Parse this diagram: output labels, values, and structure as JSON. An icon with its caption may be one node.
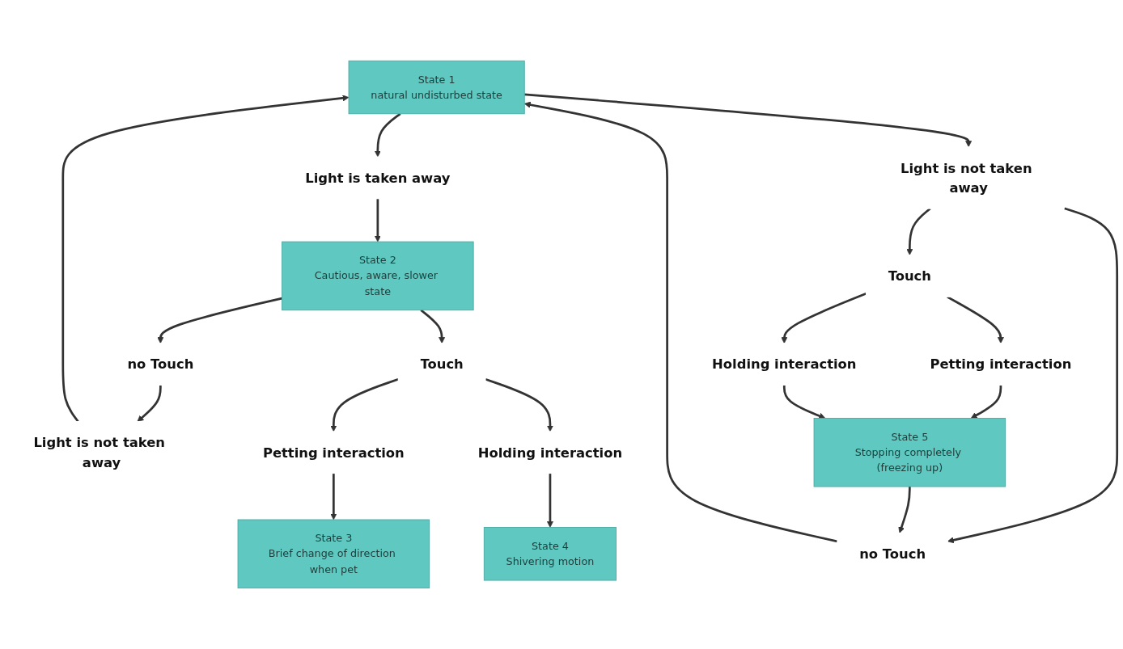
{
  "diagram": {
    "nodes": [
      {
        "text": [
          "State 1",
          "natural undisturbed state"
        ]
      },
      {
        "text": [
          "Light is taken away"
        ]
      },
      {
        "text": [
          "Light is not taken away"
        ]
      },
      {
        "text": [
          "State 2",
          "Cautious, aware, slower state"
        ]
      },
      {
        "text": [
          "Touch"
        ]
      },
      {
        "text": [
          "no Touch"
        ]
      },
      {
        "text": [
          "Light is not taken away"
        ]
      },
      {
        "text": [
          "no Touch"
        ]
      },
      {
        "text": [
          "Touch"
        ]
      },
      {
        "text": [
          "Petting interaction"
        ]
      },
      {
        "text": [
          "Holding interaction"
        ]
      },
      {
        "text": [
          "State 3",
          "Brief change of direction when pet"
        ]
      },
      {
        "text": [
          "State 4",
          "Shivering motion"
        ]
      },
      {
        "text": [
          "Petting interaction"
        ]
      },
      {
        "text": [
          "Holding interaction"
        ]
      },
      {
        "text": [
          "State 5",
          "Stopping completely (freezing up)"
        ]
      }
    ],
    "edges": [
      {
        "from": 0,
        "to": 1,
        "arrow": "to"
      },
      {
        "from": 0,
        "to": 2,
        "arrow": "to"
      },
      {
        "from": 1,
        "to": 3,
        "arrow": "to"
      },
      {
        "from": 3,
        "to": 4,
        "arrow": "to"
      },
      {
        "from": 3,
        "to": 5,
        "arrow": "to"
      },
      {
        "from": 5,
        "to": 6,
        "arrow": "to"
      },
      {
        "from": 6,
        "to": 0,
        "arrow": "to"
      },
      {
        "from": 7,
        "to": 0,
        "arrow": "to"
      },
      {
        "from": 2,
        "to": 7,
        "arrow": "to"
      },
      {
        "from": 2,
        "to": 8,
        "arrow": "to"
      },
      {
        "from": 4,
        "to": 9,
        "arrow": "to"
      },
      {
        "from": 4,
        "to": 10,
        "arrow": "to"
      },
      {
        "from": 9,
        "to": 11,
        "arrow": "to"
      },
      {
        "from": 10,
        "to": 12,
        "arrow": "to"
      },
      {
        "from": 8,
        "to": 13,
        "arrow": "to"
      },
      {
        "from": 8,
        "to": 14,
        "arrow": "to"
      },
      {
        "from": 13,
        "to": 15,
        "arrow": "to"
      },
      {
        "from": 14,
        "to": 15,
        "arrow": "to"
      },
      {
        "from": 15,
        "to": 7,
        "arrow": "to"
      }
    ]
  }
}
